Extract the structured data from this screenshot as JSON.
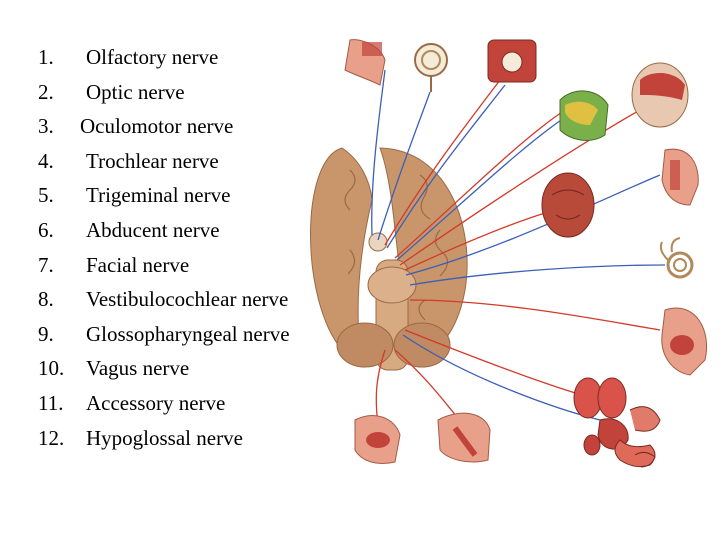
{
  "nerve_list": [
    {
      "number": "1.",
      "name": "Olfactory nerve"
    },
    {
      "number": "2.",
      "name": "Optic nerve"
    },
    {
      "number": "3.",
      "name": "Oculomotor nerve"
    },
    {
      "number": "4.",
      "name": "Trochlear nerve"
    },
    {
      "number": "5.",
      "name": "Trigeminal nerve"
    },
    {
      "number": "6.",
      "name": "Abducent nerve"
    },
    {
      "number": "7.",
      "name": "Facial nerve"
    },
    {
      "number": "8.",
      "name": "Vestibulocochlear nerve"
    },
    {
      "number": "9.",
      "name": "Glossopharyngeal nerve"
    },
    {
      "number": "10.",
      "name": "Vagus nerve"
    },
    {
      "number": "11.",
      "name": "Accessory nerve"
    },
    {
      "number": "12.",
      "name": "Hypoglossal nerve"
    }
  ],
  "colors": {
    "brain": "#c9956a",
    "brain_dark": "#9b6a45",
    "nerve_red": "#d23a2a",
    "nerve_blue": "#3b5fb8",
    "flesh": "#e8a08a",
    "muscle": "#c2433a"
  }
}
